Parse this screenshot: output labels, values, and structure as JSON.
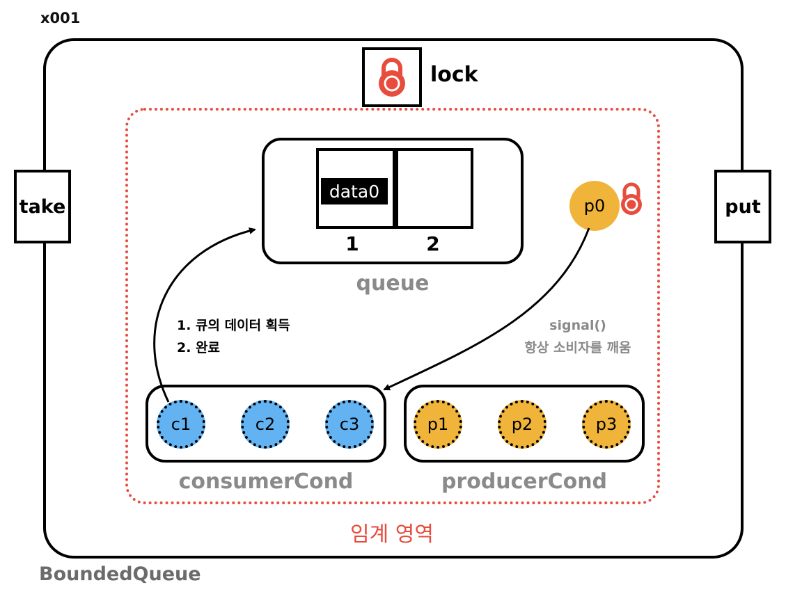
{
  "object_id": "x001",
  "lock": {
    "label": "lock",
    "color": "#e74c3c"
  },
  "methods": {
    "take": "take",
    "put": "put"
  },
  "queue": {
    "label": "queue",
    "slots": [
      {
        "index": "1",
        "value": "data0"
      },
      {
        "index": "2",
        "value": ""
      }
    ]
  },
  "running_thread": {
    "name": "p0",
    "holds_lock": true
  },
  "notes": {
    "consumer_steps": [
      "1. 큐의 데이터 획득",
      "2. 완료"
    ],
    "signal": [
      "signal()",
      "항상 소비자를 깨움"
    ]
  },
  "consumer_cond": {
    "label": "consumerCond",
    "threads": [
      "c1",
      "c2",
      "c3"
    ],
    "color": "#63b3f2"
  },
  "producer_cond": {
    "label": "producerCond",
    "threads": [
      "p1",
      "p2",
      "p3"
    ],
    "color": "#f0b43a"
  },
  "critical_section": {
    "label": "임계 영역",
    "color": "#e74c3c"
  },
  "container_label": "BoundedQueue"
}
